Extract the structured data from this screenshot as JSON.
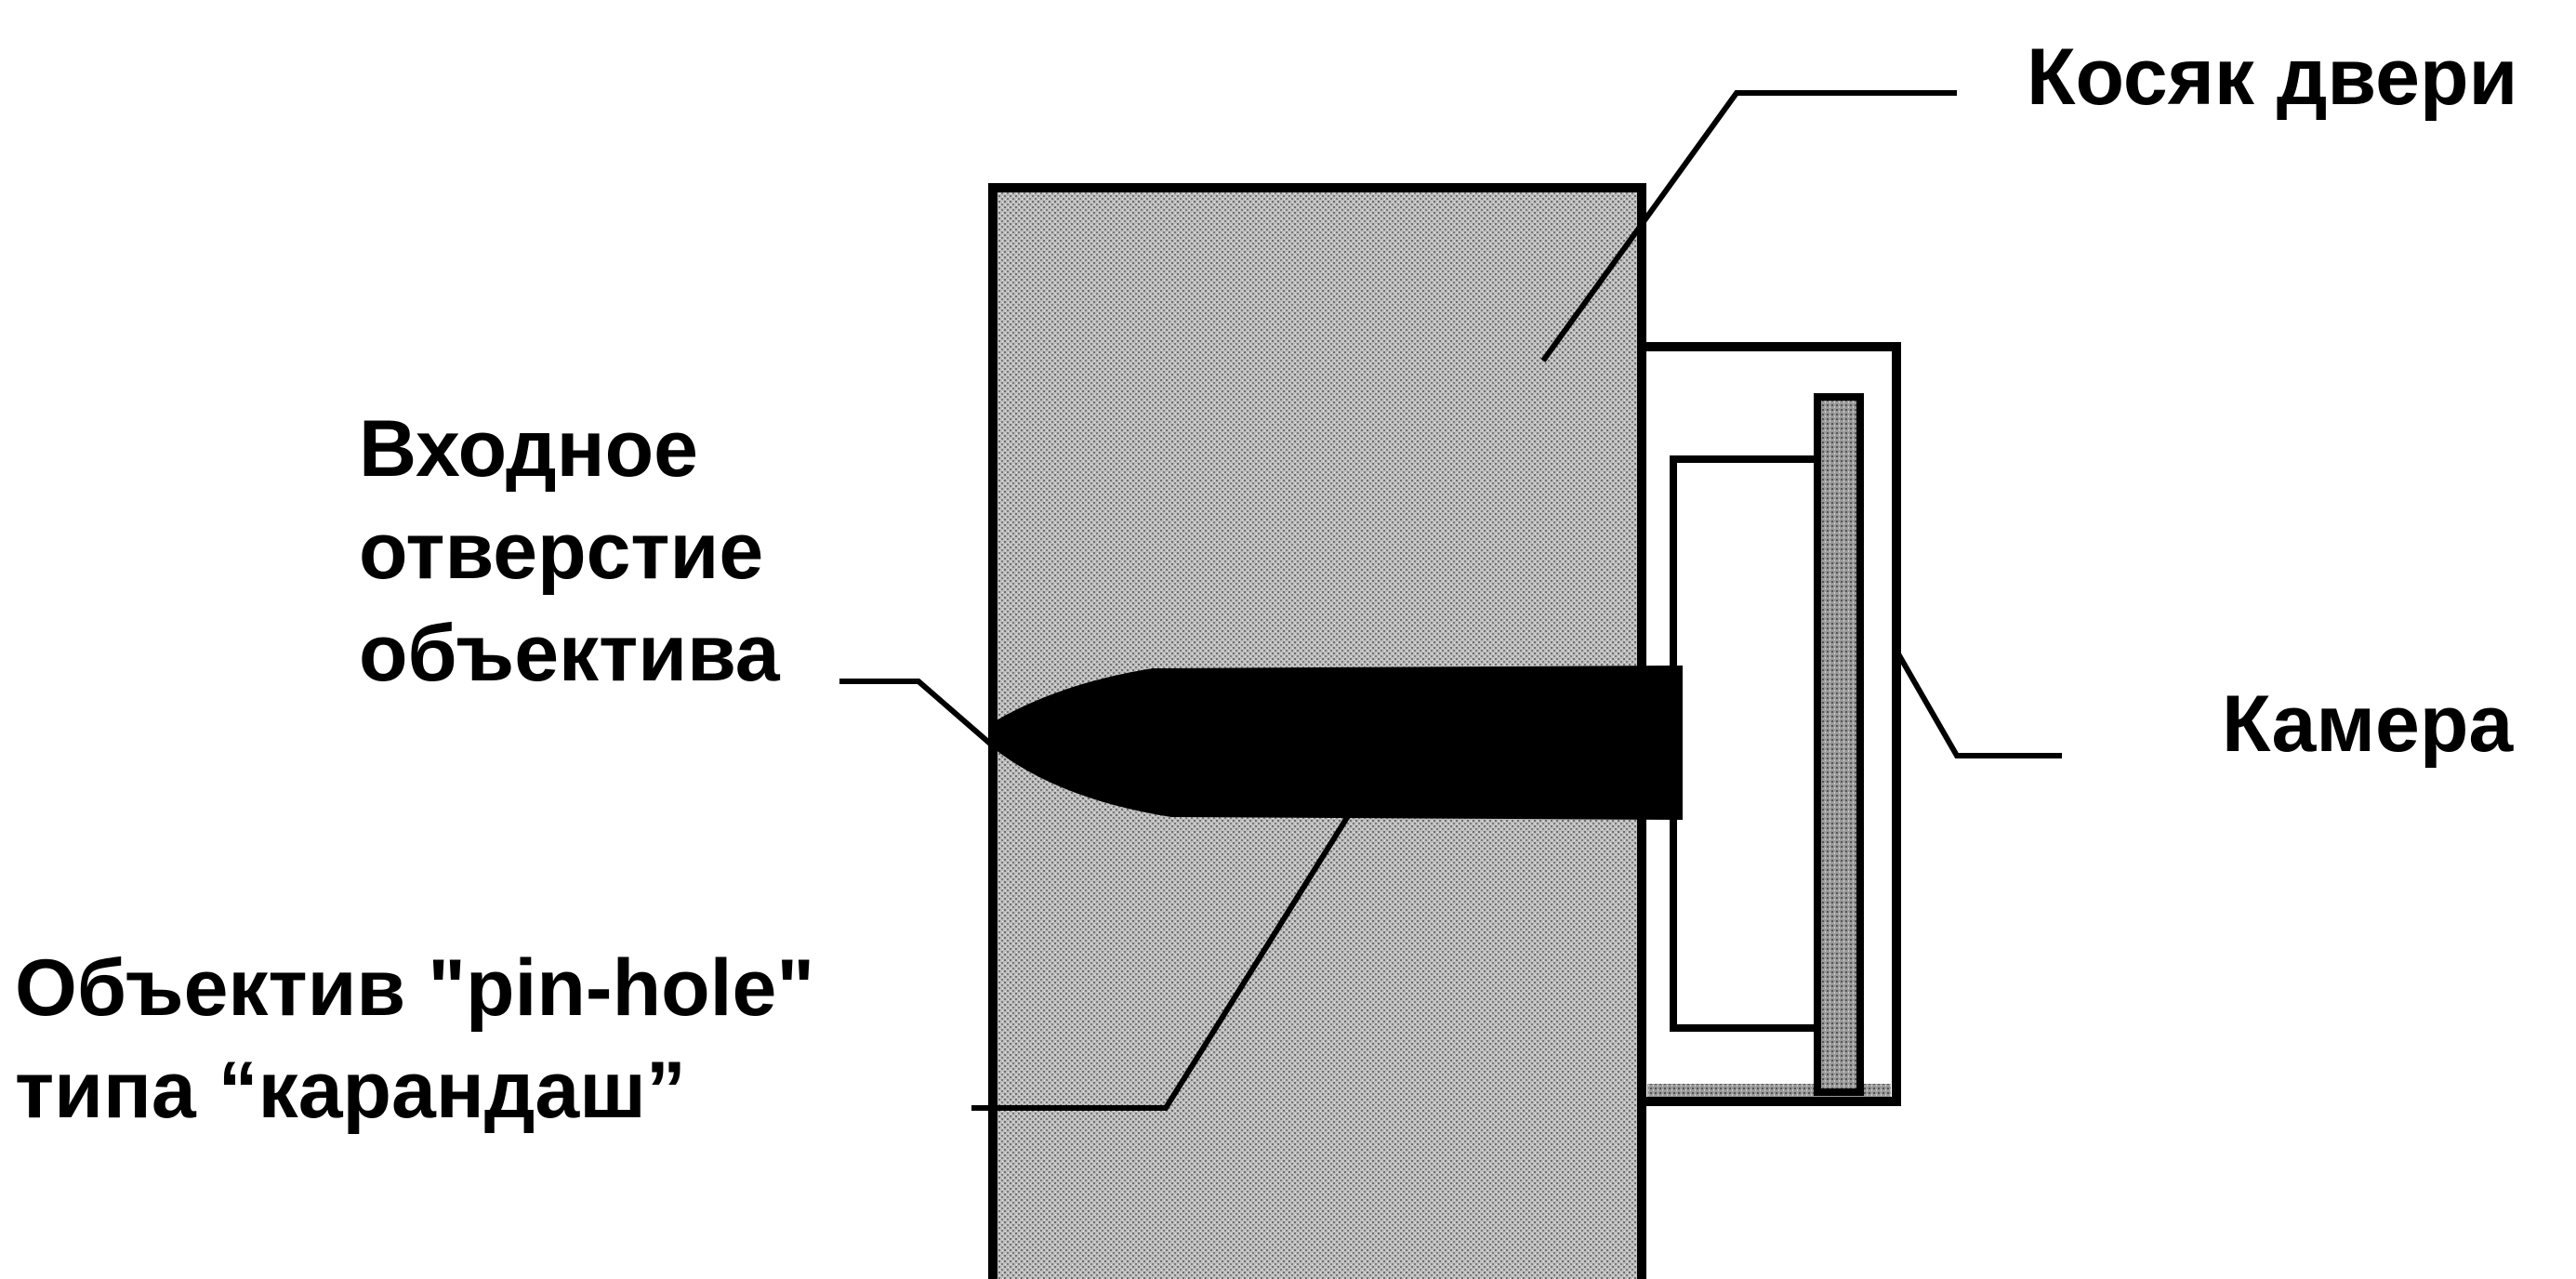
{
  "labels": {
    "door_jamb": "Косяк двери",
    "camera": "Камера",
    "lens_entrance_line1": "Входное",
    "lens_entrance_line2": "отверстие",
    "lens_entrance_line3": "объектива",
    "pinhole_lens_line1": "Объектив \"pin-hole\"",
    "pinhole_lens_line2": "типа “карандаш”"
  },
  "colors": {
    "background": "#ffffff",
    "ink": "#000000",
    "jamb_fill": "#b5b5b5",
    "camera_back_fill": "#a8a8a8",
    "camera_housing": "#ffffff"
  }
}
